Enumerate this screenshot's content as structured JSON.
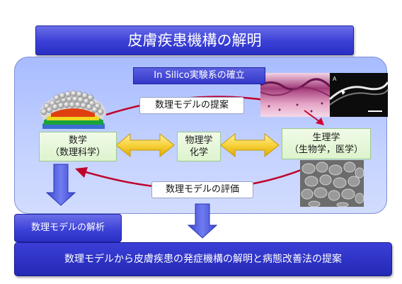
{
  "title": "皮膚疾患機構の解明",
  "panel": {
    "insilico_label": "In Silico実験系の確立",
    "proposal_label": "数理モデルの提案",
    "evaluation_label": "数理モデルの評価",
    "math_box": {
      "line1": "数学",
      "line2": "（数理科学）"
    },
    "physics_box": {
      "line1": "物理学",
      "line2": "化学"
    },
    "physiology_box": {
      "line1": "生理学",
      "line2": "（生物学，医学）"
    },
    "micrograph_letter": "A"
  },
  "analysis_label": "数理モデルの解析",
  "bottom_label": "数理モデルから皮膚疾患の発症機構の解明と病態改善法の提案",
  "colors": {
    "title_blue": "#3a3fd6",
    "panel_light": "#c4d2ff",
    "arrow_yellow": "#f7d23c",
    "arrow_blue": "#4a56d8",
    "cycle_red": "#c0002a"
  }
}
